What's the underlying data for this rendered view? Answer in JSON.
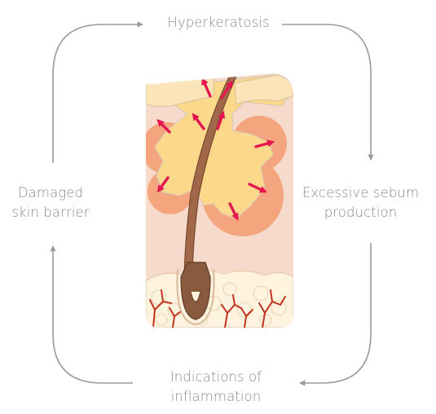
{
  "cycle": {
    "top": {
      "lines": [
        "Hyperkeratosis"
      ]
    },
    "right": {
      "lines": [
        "Excessive sebum",
        "production"
      ]
    },
    "bottom": {
      "lines": [
        "Indications of",
        "inflammation"
      ]
    },
    "left": {
      "lines": [
        "Damaged",
        "skin barrier"
      ]
    }
  },
  "colors": {
    "text": "#8a8a8a",
    "cycle_arrow": "#9a9a9a",
    "sebum": "#fcd98a",
    "gland": "#f5a67c",
    "dermis": "#f4d3c4",
    "fat": "#fdf4e2",
    "hair": "#8a5a3e",
    "vessel": "#c2321e",
    "arrow_red": "#e4154f"
  }
}
